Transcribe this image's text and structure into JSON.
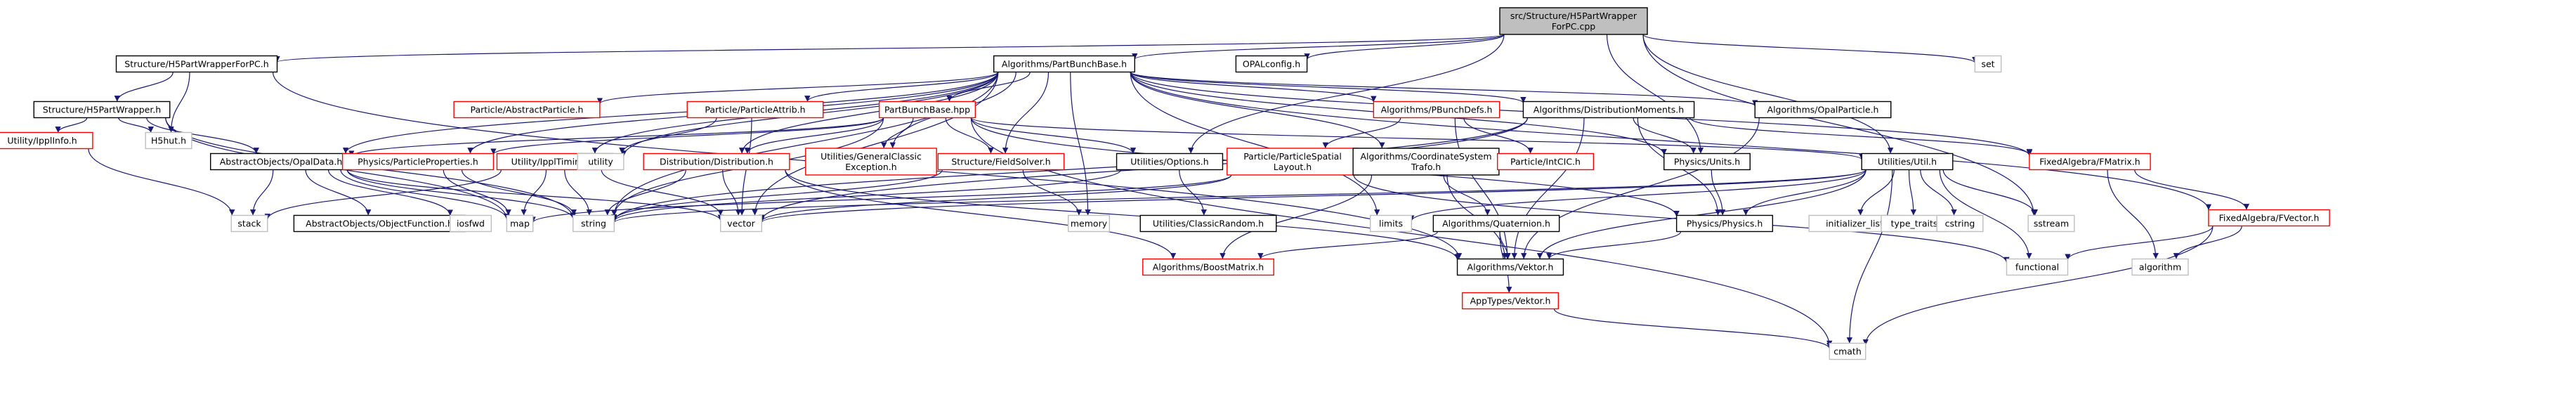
{
  "colors": {
    "edge": "#191970",
    "root_fill": "#bfbfbf",
    "node_border_normal": "#000000",
    "node_border_missing": "#ff0000",
    "node_border_system": "#bfbfbf",
    "node_fill": "#ffffff"
  },
  "nodes": [
    {
      "id": "root",
      "lines": [
        "src/Structure/H5PartWrapper",
        "ForPC.cpp"
      ],
      "kind": "root"
    },
    {
      "id": "h5wpc",
      "lines": [
        "Structure/H5PartWrapperForPC.h"
      ],
      "kind": "normal"
    },
    {
      "id": "pbb",
      "lines": [
        "Algorithms/PartBunchBase.h"
      ],
      "kind": "normal"
    },
    {
      "id": "opalcfg",
      "lines": [
        "OPALconfig.h"
      ],
      "kind": "normal"
    },
    {
      "id": "set",
      "lines": [
        "set"
      ],
      "kind": "system"
    },
    {
      "id": "h5w",
      "lines": [
        "Structure/H5PartWrapper.h"
      ],
      "kind": "normal"
    },
    {
      "id": "absparticle",
      "lines": [
        "Particle/AbstractParticle.h"
      ],
      "kind": "missing"
    },
    {
      "id": "pattrib",
      "lines": [
        "Particle/ParticleAttrib.h"
      ],
      "kind": "missing"
    },
    {
      "id": "pbbhpp",
      "lines": [
        "PartBunchBase.hpp"
      ],
      "kind": "missing"
    },
    {
      "id": "pbdefs",
      "lines": [
        "Algorithms/PBunchDefs.h"
      ],
      "kind": "missing"
    },
    {
      "id": "distmom",
      "lines": [
        "Algorithms/DistributionMoments.h"
      ],
      "kind": "normal"
    },
    {
      "id": "opalparticle",
      "lines": [
        "Algorithms/OpalParticle.h"
      ],
      "kind": "normal"
    },
    {
      "id": "ipplinfo",
      "lines": [
        "Utility/IpplInfo.h"
      ],
      "kind": "missing"
    },
    {
      "id": "h5hut",
      "lines": [
        "H5hut.h"
      ],
      "kind": "system"
    },
    {
      "id": "absopaldata",
      "lines": [
        "AbstractObjects/OpalData.h"
      ],
      "kind": "normal"
    },
    {
      "id": "ppprops",
      "lines": [
        "Physics/ParticleProperties.h"
      ],
      "kind": "missing"
    },
    {
      "id": "ippltimings",
      "lines": [
        "Utility/IpplTimings.h"
      ],
      "kind": "missing"
    },
    {
      "id": "utility",
      "lines": [
        "utility"
      ],
      "kind": "system"
    },
    {
      "id": "distribution",
      "lines": [
        "Distribution/Distribution.h"
      ],
      "kind": "missing"
    },
    {
      "id": "gcexc",
      "lines": [
        "Utilities/GeneralClassic",
        "Exception.h"
      ],
      "kind": "missing"
    },
    {
      "id": "fieldsolver",
      "lines": [
        "Structure/FieldSolver.h"
      ],
      "kind": "missing"
    },
    {
      "id": "options",
      "lines": [
        "Utilities/Options.h"
      ],
      "kind": "normal"
    },
    {
      "id": "pslayout",
      "lines": [
        "Particle/ParticleSpatial",
        "Layout.h"
      ],
      "kind": "missing"
    },
    {
      "id": "coordtrafo",
      "lines": [
        "Algorithms/CoordinateSystem",
        "Trafo.h"
      ],
      "kind": "normal"
    },
    {
      "id": "intcic",
      "lines": [
        "Particle/IntCIC.h"
      ],
      "kind": "missing"
    },
    {
      "id": "units",
      "lines": [
        "Physics/Units.h"
      ],
      "kind": "normal"
    },
    {
      "id": "utilutil",
      "lines": [
        "Utilities/Util.h"
      ],
      "kind": "normal"
    },
    {
      "id": "fmatrix",
      "lines": [
        "FixedAlgebra/FMatrix.h"
      ],
      "kind": "missing"
    },
    {
      "id": "fvector",
      "lines": [
        "FixedAlgebra/FVector.h"
      ],
      "kind": "missing"
    },
    {
      "id": "stack",
      "lines": [
        "stack"
      ],
      "kind": "system"
    },
    {
      "id": "objfunc",
      "lines": [
        "AbstractObjects/ObjectFunction.h"
      ],
      "kind": "normal"
    },
    {
      "id": "iosfwd",
      "lines": [
        "iosfwd"
      ],
      "kind": "system"
    },
    {
      "id": "map",
      "lines": [
        "map"
      ],
      "kind": "system"
    },
    {
      "id": "string",
      "lines": [
        "string"
      ],
      "kind": "system"
    },
    {
      "id": "vector",
      "lines": [
        "vector"
      ],
      "kind": "system"
    },
    {
      "id": "memory",
      "lines": [
        "memory"
      ],
      "kind": "system"
    },
    {
      "id": "classicrandom",
      "lines": [
        "Utilities/ClassicRandom.h"
      ],
      "kind": "normal"
    },
    {
      "id": "limits",
      "lines": [
        "limits"
      ],
      "kind": "system"
    },
    {
      "id": "quaternion",
      "lines": [
        "Algorithms/Quaternion.h"
      ],
      "kind": "normal"
    },
    {
      "id": "physics",
      "lines": [
        "Physics/Physics.h"
      ],
      "kind": "normal"
    },
    {
      "id": "initlist",
      "lines": [
        "initializer_list"
      ],
      "kind": "system"
    },
    {
      "id": "typetraits",
      "lines": [
        "type_traits"
      ],
      "kind": "system"
    },
    {
      "id": "cstring",
      "lines": [
        "cstring"
      ],
      "kind": "system"
    },
    {
      "id": "sstream",
      "lines": [
        "sstream"
      ],
      "kind": "system"
    },
    {
      "id": "functional",
      "lines": [
        "functional"
      ],
      "kind": "system"
    },
    {
      "id": "algorithm",
      "lines": [
        "algorithm"
      ],
      "kind": "system"
    },
    {
      "id": "boostmatrix",
      "lines": [
        "Algorithms/BoostMatrix.h"
      ],
      "kind": "missing"
    },
    {
      "id": "vektor",
      "lines": [
        "Algorithms/Vektor.h"
      ],
      "kind": "normal"
    },
    {
      "id": "apptypesvektor",
      "lines": [
        "AppTypes/Vektor.h"
      ],
      "kind": "missing"
    },
    {
      "id": "cmath",
      "lines": [
        "cmath"
      ],
      "kind": "system"
    }
  ],
  "edges": [
    [
      "root",
      "h5wpc"
    ],
    [
      "root",
      "pbb"
    ],
    [
      "root",
      "opalcfg"
    ],
    [
      "root",
      "set"
    ],
    [
      "root",
      "options"
    ],
    [
      "root",
      "units"
    ],
    [
      "root",
      "utilutil"
    ],
    [
      "root",
      "sstream"
    ],
    [
      "h5wpc",
      "h5w"
    ],
    [
      "h5wpc",
      "h5hut"
    ],
    [
      "h5wpc",
      "vektor"
    ],
    [
      "h5w",
      "ipplinfo"
    ],
    [
      "h5w",
      "h5hut"
    ],
    [
      "h5w",
      "absopaldata"
    ],
    [
      "h5w",
      "string"
    ],
    [
      "h5w",
      "map"
    ],
    [
      "ipplinfo",
      "stack"
    ],
    [
      "pbb",
      "absparticle"
    ],
    [
      "pbb",
      "pattrib"
    ],
    [
      "pbb",
      "pbbhpp"
    ],
    [
      "pbb",
      "pbdefs"
    ],
    [
      "pbb",
      "distmom"
    ],
    [
      "pbb",
      "opalparticle"
    ],
    [
      "pbb",
      "absopaldata"
    ],
    [
      "pbb",
      "ppprops"
    ],
    [
      "pbb",
      "ippltimings"
    ],
    [
      "pbb",
      "utility"
    ],
    [
      "pbb",
      "distribution"
    ],
    [
      "pbb",
      "gcexc"
    ],
    [
      "pbb",
      "fieldsolver"
    ],
    [
      "pbb",
      "coordtrafo"
    ],
    [
      "pbb",
      "units"
    ],
    [
      "pbb",
      "fmatrix"
    ],
    [
      "pbb",
      "fvector"
    ],
    [
      "pbb",
      "memory"
    ],
    [
      "pbb",
      "vector"
    ],
    [
      "pbb",
      "string"
    ],
    [
      "pbb",
      "limits"
    ],
    [
      "pattrib",
      "utility"
    ],
    [
      "pattrib",
      "vector"
    ],
    [
      "pbbhpp",
      "absopaldata"
    ],
    [
      "pbbhpp",
      "ppprops"
    ],
    [
      "pbbhpp",
      "distribution"
    ],
    [
      "pbbhpp",
      "gcexc"
    ],
    [
      "pbbhpp",
      "fieldsolver"
    ],
    [
      "pbbhpp",
      "options"
    ],
    [
      "pbbhpp",
      "utilutil"
    ],
    [
      "pbbhpp",
      "physics"
    ],
    [
      "pbbhpp",
      "cmath"
    ],
    [
      "pbbhpp",
      "string"
    ],
    [
      "pbdefs",
      "pslayout"
    ],
    [
      "pbdefs",
      "intcic"
    ],
    [
      "pbdefs",
      "vektor"
    ],
    [
      "distmom",
      "units"
    ],
    [
      "distmom",
      "physics"
    ],
    [
      "distmom",
      "vector"
    ],
    [
      "distmom",
      "vektor"
    ],
    [
      "distmom",
      "fmatrix"
    ],
    [
      "distmom",
      "string"
    ],
    [
      "opalparticle",
      "vektor"
    ],
    [
      "absopaldata",
      "stack"
    ],
    [
      "absopaldata",
      "objfunc"
    ],
    [
      "absopaldata",
      "iosfwd"
    ],
    [
      "absopaldata",
      "map"
    ],
    [
      "absopaldata",
      "string"
    ],
    [
      "absopaldata",
      "vector"
    ],
    [
      "ppprops",
      "string"
    ],
    [
      "ppprops",
      "map"
    ],
    [
      "ippltimings",
      "stack"
    ],
    [
      "ippltimings",
      "map"
    ],
    [
      "ippltimings",
      "string"
    ],
    [
      "ippltimings",
      "vector"
    ],
    [
      "distribution",
      "string"
    ],
    [
      "distribution",
      "vector"
    ],
    [
      "distribution",
      "vektor"
    ],
    [
      "distribution",
      "boostmatrix"
    ],
    [
      "fieldsolver",
      "string"
    ],
    [
      "fieldsolver",
      "memory"
    ],
    [
      "options",
      "classicrandom"
    ],
    [
      "options",
      "string"
    ],
    [
      "pslayout",
      "map"
    ],
    [
      "pslayout",
      "vector"
    ],
    [
      "pslayout",
      "functional"
    ],
    [
      "coordtrafo",
      "quaternion"
    ],
    [
      "coordtrafo",
      "vektor"
    ],
    [
      "coordtrafo",
      "boostmatrix"
    ],
    [
      "units",
      "physics"
    ],
    [
      "utilutil",
      "physics"
    ],
    [
      "utilutil",
      "vektor"
    ],
    [
      "utilutil",
      "initlist"
    ],
    [
      "utilutil",
      "typetraits"
    ],
    [
      "utilutil",
      "cstring"
    ],
    [
      "utilutil",
      "sstream"
    ],
    [
      "utilutil",
      "functional"
    ],
    [
      "utilutil",
      "limits"
    ],
    [
      "utilutil",
      "string"
    ],
    [
      "utilutil",
      "vector"
    ],
    [
      "utilutil",
      "cmath"
    ],
    [
      "fmatrix",
      "fvector"
    ],
    [
      "fmatrix",
      "algorithm"
    ],
    [
      "fvector",
      "functional"
    ],
    [
      "fvector",
      "algorithm"
    ],
    [
      "fvector",
      "cmath"
    ],
    [
      "quaternion",
      "vektor"
    ],
    [
      "quaternion",
      "boostmatrix"
    ],
    [
      "quaternion",
      "apptypesvektor"
    ],
    [
      "apptypesvektor",
      "cmath"
    ],
    [
      "physics",
      "vektor"
    ]
  ]
}
